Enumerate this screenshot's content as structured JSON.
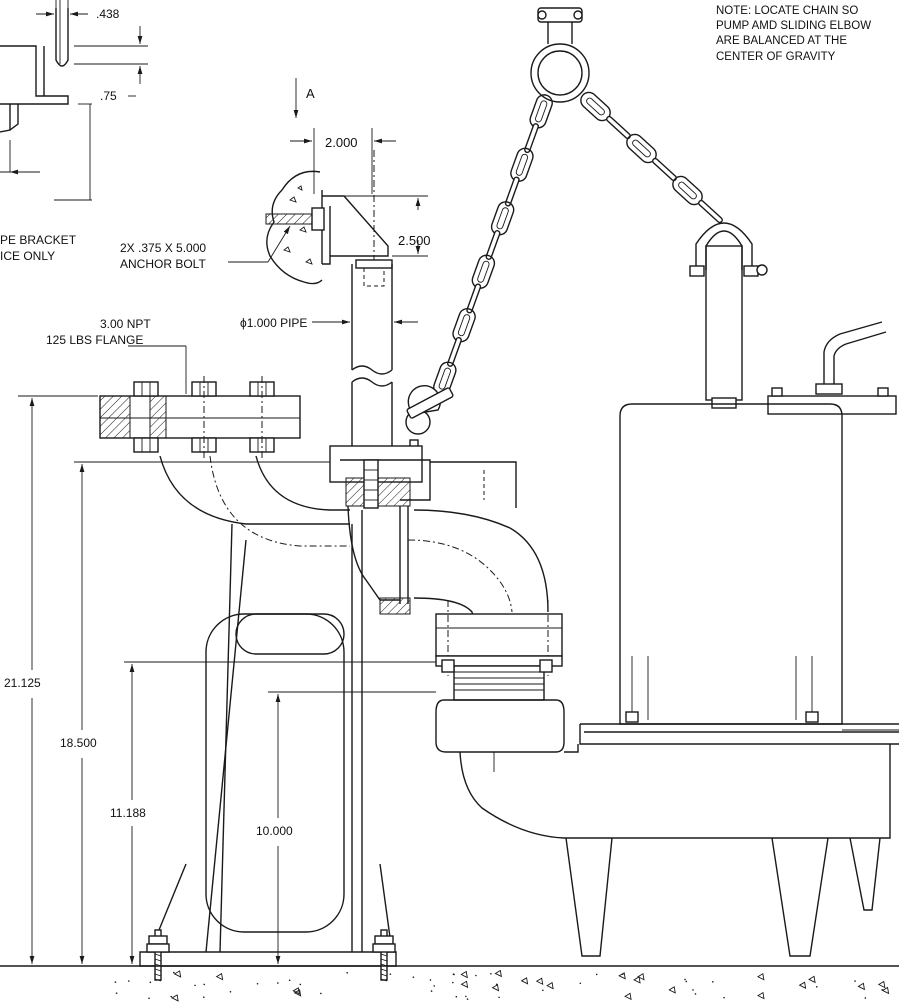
{
  "notes": {
    "chain_note": [
      "NOTE: LOCATE CHAIN SO",
      "PUMP AMD SLIDING ELBOW",
      "ARE BALANCED AT THE",
      "CENTER OF GRAVITY"
    ]
  },
  "labels": {
    "section_marker": "A",
    "pipe_bracket": [
      "PE BRACKET",
      "ICE ONLY"
    ],
    "anchor_bolt": [
      "2X .375 X 5.000",
      "ANCHOR BOLT"
    ],
    "pipe": "ϕ1.000 PIPE",
    "flange": [
      "3.00 NPT",
      "125 LBS FLANGE"
    ]
  },
  "dimensions": {
    "bracket_slot": ".438",
    "bracket_height": ".75",
    "bracket_offset": "2.000",
    "bracket_drop": "2.500",
    "flange_height": "21.125",
    "elbow_height": "18.500",
    "discharge_height": "11.188",
    "pump_center_height": "10.000"
  }
}
